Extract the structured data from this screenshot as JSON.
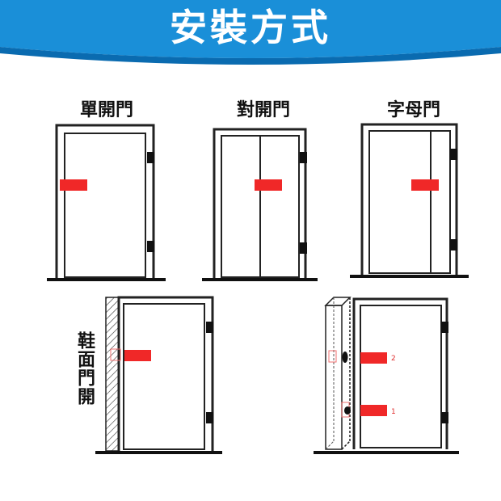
{
  "title": "安裝方式",
  "colors": {
    "banner": "#1a8fd8",
    "banner_dark": "#0a6bb0",
    "handle": "#f02828",
    "door_line": "#222222",
    "floor": "#111111"
  },
  "install_types": [
    {
      "label": "單開門"
    },
    {
      "label": "對開門"
    },
    {
      "label": "字母門"
    },
    {
      "label": "鞋面門開"
    }
  ],
  "markers": [
    "2",
    "1"
  ]
}
